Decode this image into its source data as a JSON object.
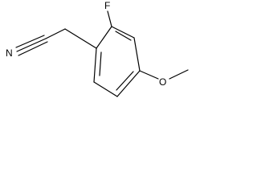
{
  "molecule": {
    "atoms": {
      "fluorine": "F",
      "nitrogen": "N",
      "oxygen": "O"
    }
  }
}
